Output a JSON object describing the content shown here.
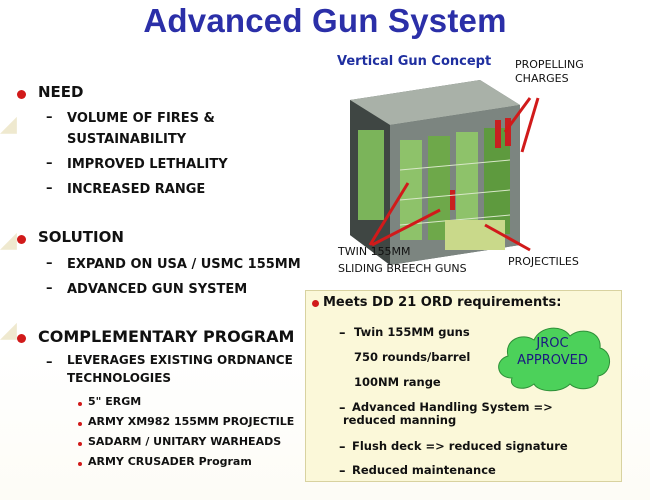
{
  "title": "Advanced Gun System",
  "colors": {
    "title": "#2b2fa8",
    "bullet": "#d11a1a",
    "box_bg": "#fbf8d9",
    "cloud": "#4cd15a"
  },
  "need": {
    "heading": "NEED",
    "items": [
      "VOLUME OF FIRES &",
      "SUSTAINABILITY",
      "IMPROVED LETHALITY",
      "INCREASED RANGE"
    ]
  },
  "solution": {
    "heading": "SOLUTION",
    "items": [
      "EXPAND ON USA / USMC 155MM",
      "ADVANCED GUN SYSTEM"
    ]
  },
  "complementary": {
    "heading": "COMPLEMENTARY PROGRAM",
    "lead": [
      "LEVERAGES EXISTING ORDNANCE",
      "TECHNOLOGIES"
    ],
    "subitems": [
      "5\" ERGM",
      "ARMY XM982 155MM PROJECTILE",
      "SADARM / UNITARY WARHEADS",
      "ARMY CRUSADER Program"
    ]
  },
  "diagram": {
    "caption": "Vertical Gun Concept",
    "labels": {
      "propelling": [
        "PROPELLING",
        "CHARGES"
      ],
      "twin": [
        "TWIN  155MM",
        "SLIDING BREECH GUNS"
      ],
      "projectiles": "PROJECTILES"
    }
  },
  "requirements": {
    "heading": "Meets  DD 21 ORD requirements:",
    "items": [
      "Twin 155MM guns",
      "750 rounds/barrel",
      "100NM range"
    ],
    "items2": [
      [
        "Advanced Handling System =>",
        "reduced manning"
      ],
      [
        "Flush deck => reduced signature"
      ],
      [
        "Reduced maintenance"
      ]
    ],
    "badge": [
      "JROC",
      "APPROVED"
    ]
  }
}
